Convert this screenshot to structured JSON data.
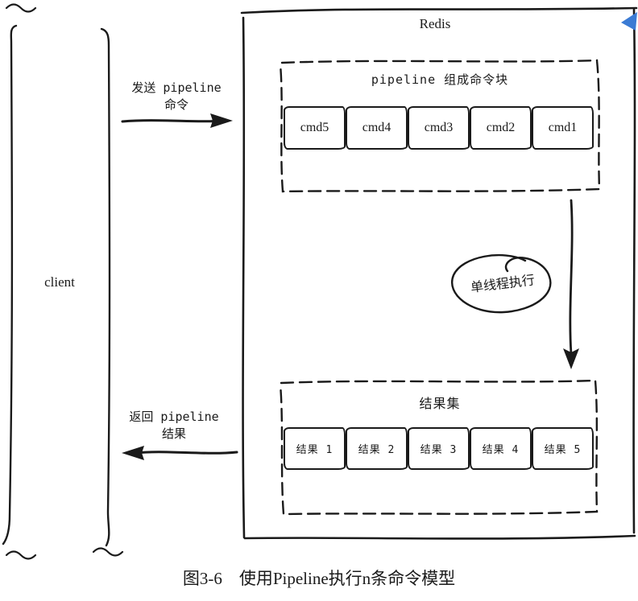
{
  "caption": "图3-6　使用Pipeline执行n条命令模型",
  "client": {
    "label": "client"
  },
  "redis": {
    "label": "Redis"
  },
  "flow": {
    "send_label": "发送 pipeline\n命令",
    "return_label": "返回 pipeline\n结果",
    "execute_label": "单线程执行"
  },
  "pipeline_block": {
    "title": "pipeline 组成命令块",
    "commands": [
      "cmd5",
      "cmd4",
      "cmd3",
      "cmd2",
      "cmd1"
    ]
  },
  "result_block": {
    "title": "结果集",
    "results": [
      "结果 1",
      "结果 2",
      "结果 3",
      "结果 4",
      "结果 5"
    ]
  },
  "colors": {
    "ink": "#1a1a1a",
    "marker_blue": "#3b7bd4"
  }
}
